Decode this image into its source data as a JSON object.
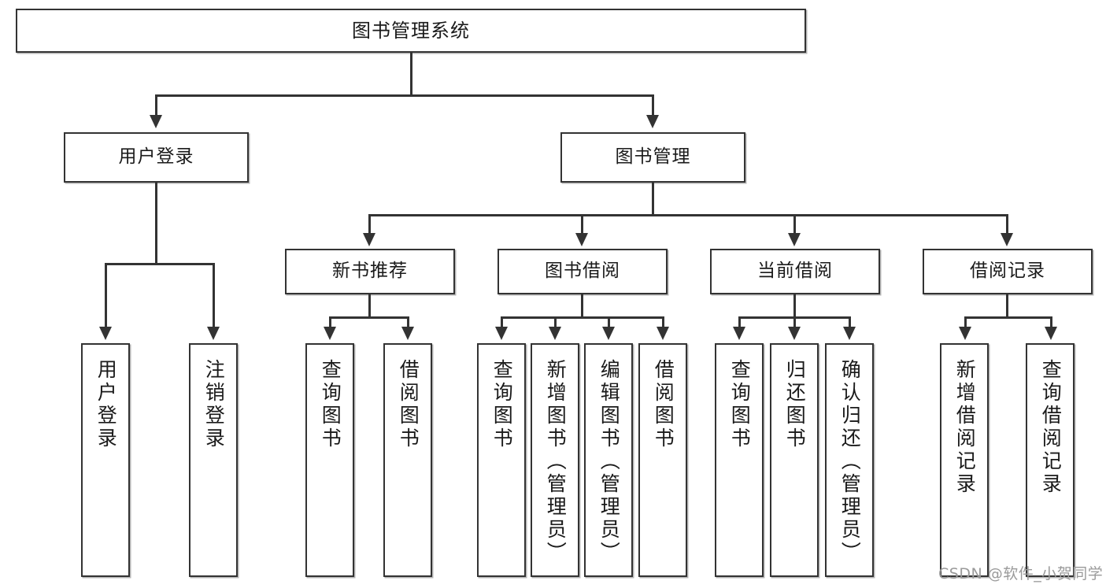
{
  "diagram": {
    "type": "tree",
    "title": "图书管理系统",
    "watermark": "CSDN @软件_小贺同学",
    "colors": {
      "stroke": "#333333",
      "fill": "#FFFFFF",
      "text": "#1A1A1A",
      "watermark": "#9A9A9A"
    },
    "nodes": {
      "root": {
        "label": "图书管理系统"
      },
      "level2": [
        {
          "id": "user-login",
          "label": "用户登录"
        },
        {
          "id": "book-manage",
          "label": "图书管理"
        }
      ],
      "level3": [
        {
          "id": "new-book-rec",
          "label": "新书推荐"
        },
        {
          "id": "book-borrow",
          "label": "图书借阅"
        },
        {
          "id": "current-borrow",
          "label": "当前借阅"
        },
        {
          "id": "borrow-record",
          "label": "借阅记录"
        }
      ],
      "leaves": {
        "user-login": [
          {
            "id": "leaf-user-login",
            "label": "用户登录"
          },
          {
            "id": "leaf-user-logout",
            "label": "注销登录"
          }
        ],
        "new-book-rec": [
          {
            "id": "leaf-query-book-1",
            "label": "查询图书"
          },
          {
            "id": "leaf-borrow-book-1",
            "label": "借阅图书"
          }
        ],
        "book-borrow": [
          {
            "id": "leaf-query-book-2",
            "label": "查询图书"
          },
          {
            "id": "leaf-add-book",
            "label": "新增图书（管理员）"
          },
          {
            "id": "leaf-edit-book",
            "label": "编辑图书（管理员）"
          },
          {
            "id": "leaf-borrow-book-2",
            "label": "借阅图书"
          }
        ],
        "current-borrow": [
          {
            "id": "leaf-query-book-3",
            "label": "查询图书"
          },
          {
            "id": "leaf-return-book",
            "label": "归还图书"
          },
          {
            "id": "leaf-confirm-return",
            "label": "确认归还（管理员）"
          }
        ],
        "borrow-record": [
          {
            "id": "leaf-add-record",
            "label": "新增借阅记录"
          },
          {
            "id": "leaf-query-record",
            "label": "查询借阅记录"
          }
        ]
      }
    }
  }
}
